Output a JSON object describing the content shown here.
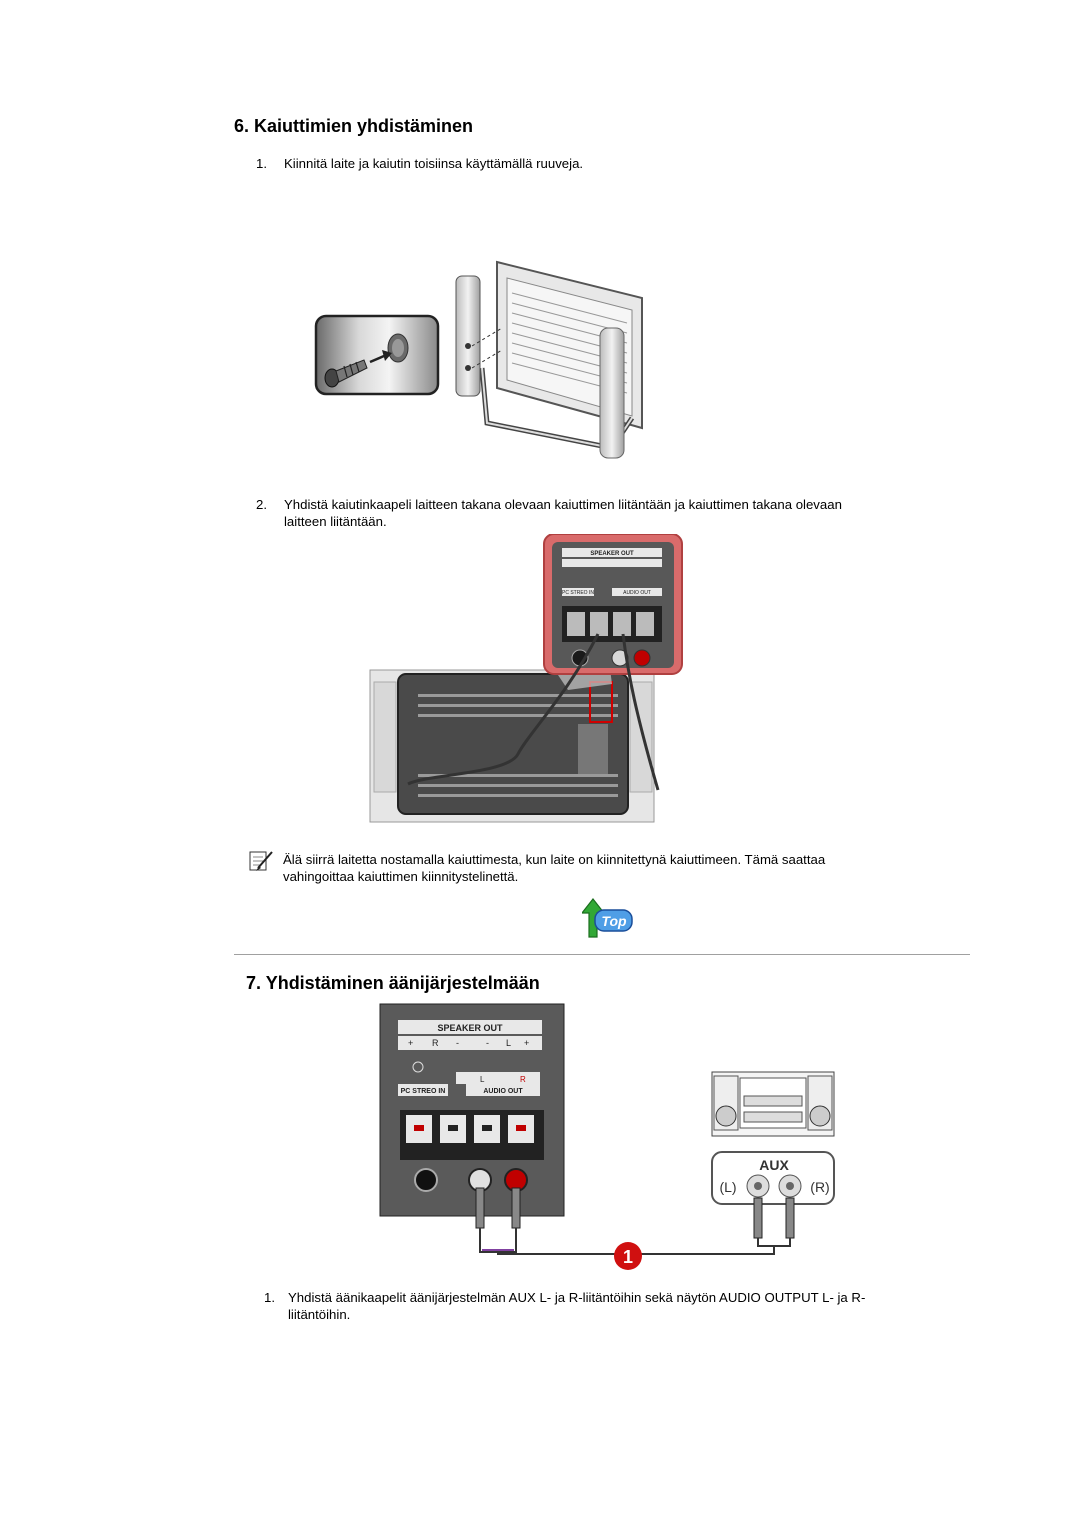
{
  "section6": {
    "title": "6. Kaiuttimien yhdistäminen",
    "steps": [
      {
        "num": "1.",
        "text": "Kiinnitä laite ja kaiutin toisiinsa käyttämällä ruuveja."
      },
      {
        "num": "2.",
        "text_line1": "Yhdistä kaiutinkaapeli laitteen takana olevaan kaiuttimen liitäntään ja kaiuttimen takana olevaan",
        "text_line2": "laitteen liitäntään."
      }
    ],
    "note_line1": "Älä siirrä laitetta nostamalla kaiuttimesta, kun laite on kiinnitettynä kaiuttimeen. Tämä saattaa",
    "note_line2": "vahingoittaa kaiuttimen kiinnitystelinettä.",
    "top_button": "Top"
  },
  "panel_labels": {
    "speaker_out": "SPEAKER OUT",
    "plus": "+",
    "minus": "-",
    "r": "R",
    "l": "L",
    "pc_stereo_in": "PC STREO IN",
    "audio_out": "AUDIO OUT"
  },
  "section7": {
    "title": "7. Yhdistäminen äänijärjestelmään",
    "aux_label": "AUX",
    "aux_l": "(L)",
    "aux_r": "(R)",
    "callout": "1",
    "steps": [
      {
        "num": "1.",
        "text_line1": "Yhdistä äänikaapelit äänijärjestelmän AUX L- ja R-liitäntöihin sekä näytön AUDIO OUTPUT L- ja R-",
        "text_line2": "liitäntöihin."
      }
    ]
  }
}
